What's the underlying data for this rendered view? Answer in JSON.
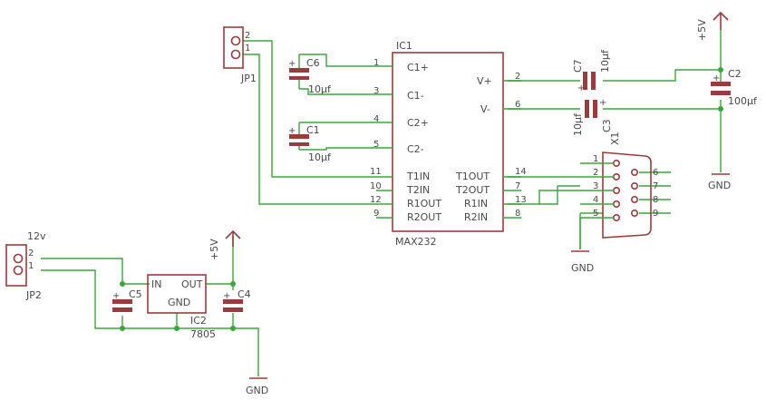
{
  "colors": {
    "wire": "#3aa63a",
    "part": "#9a3b3e",
    "text": "#4a4a4a"
  },
  "ic1": {
    "ref": "IC1",
    "part": "MAX232",
    "pins": [
      {
        "num": "1",
        "name": "C1+"
      },
      {
        "num": "3",
        "name": "C1-"
      },
      {
        "num": "4",
        "name": "C2+"
      },
      {
        "num": "5",
        "name": "C2-"
      },
      {
        "num": "11",
        "name": "T1IN"
      },
      {
        "num": "10",
        "name": "T2IN"
      },
      {
        "num": "12",
        "name": "R1OUT"
      },
      {
        "num": "9",
        "name": "R2OUT"
      },
      {
        "num": "2",
        "name": "V+"
      },
      {
        "num": "6",
        "name": "V-"
      },
      {
        "num": "14",
        "name": "T1OUT"
      },
      {
        "num": "7",
        "name": "T2OUT"
      },
      {
        "num": "13",
        "name": "R1IN"
      },
      {
        "num": "8",
        "name": "R2IN"
      }
    ]
  },
  "jp1": {
    "ref": "JP1",
    "pin_top": "2",
    "pin_bottom": "1"
  },
  "jp2": {
    "ref": "JP2",
    "label": "12v",
    "pin_top": "2",
    "pin_bottom": "1"
  },
  "caps": {
    "c6": {
      "ref": "C6",
      "value": "10µf"
    },
    "c1": {
      "ref": "C1",
      "value": "10µf"
    },
    "c7": {
      "ref": "C7",
      "value": "10µf"
    },
    "c3": {
      "ref": "C3",
      "value": "10µf"
    },
    "c2": {
      "ref": "C2",
      "value": "100µf"
    },
    "c5": {
      "ref": "C5"
    },
    "c4": {
      "ref": "C4"
    }
  },
  "x1": {
    "ref": "X1",
    "pins_left": [
      "1",
      "2",
      "3",
      "4",
      "5"
    ],
    "pins_right": [
      "6",
      "7",
      "8",
      "9"
    ]
  },
  "ic2": {
    "ref": "IC2",
    "part": "7805",
    "in": "IN",
    "out": "OUT",
    "gnd": "GND"
  },
  "supplies": {
    "vcc_top": "+5V",
    "vcc_reg": "+5V",
    "gnd_x1": "GND",
    "gnd_c2": "GND",
    "gnd_reg": "GND"
  },
  "polarity": "+"
}
